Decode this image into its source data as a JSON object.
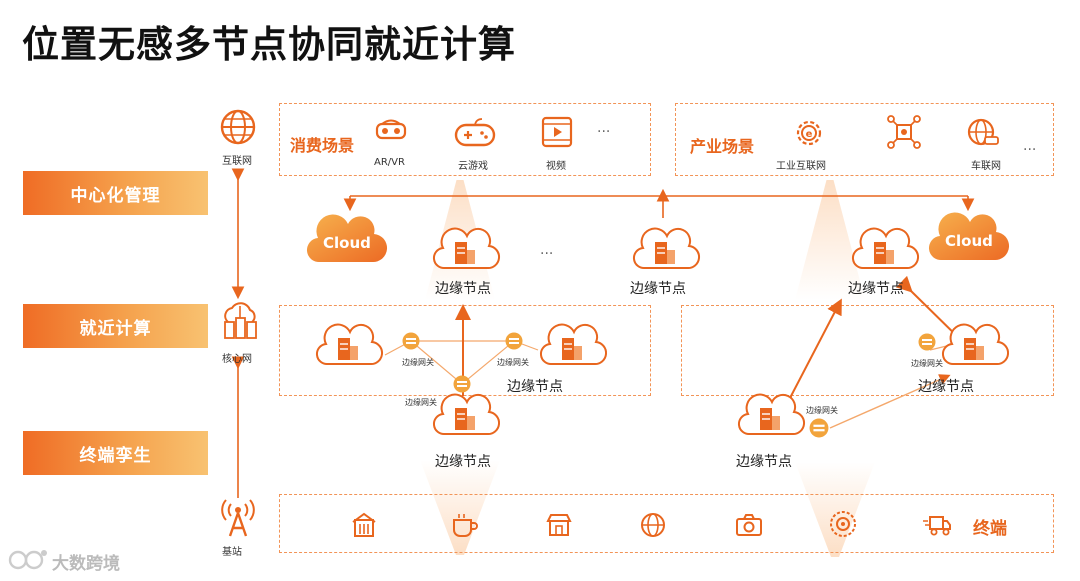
{
  "title": "位置无感多节点协同就近计算",
  "layers": [
    "中心化管理",
    "就近计算",
    "终端孪生"
  ],
  "network": {
    "internet": "互联网",
    "core": "核心网",
    "base": "基站"
  },
  "consumer": {
    "label": "消费场景",
    "items": [
      {
        "label": "AR/VR",
        "icon": "vr-headset-icon"
      },
      {
        "label": "云游戏",
        "icon": "gamepad-icon"
      },
      {
        "label": "视频",
        "icon": "video-icon"
      }
    ],
    "more": "···"
  },
  "industry": {
    "label": "产业场景",
    "items": [
      {
        "label": "工业互联网",
        "icon": "gear-icon"
      },
      {
        "label": "",
        "icon": "network-hub-icon"
      },
      {
        "label": "车联网",
        "icon": "car-globe-icon"
      }
    ],
    "more": "···"
  },
  "cloud_label": "Cloud",
  "edge_node": "边缘节点",
  "gateway": "边缘网关",
  "ellipsis": "···",
  "terminal": {
    "label": "终端",
    "icons": [
      "building-icon",
      "cup-icon",
      "store-icon",
      "globe-icon",
      "camera-icon",
      "medal-icon",
      "delivery-truck-icon"
    ]
  },
  "watermark": "大数跨境",
  "colors": {
    "accent": "#e8661e",
    "light": "#f6b074",
    "text": "#222222"
  }
}
